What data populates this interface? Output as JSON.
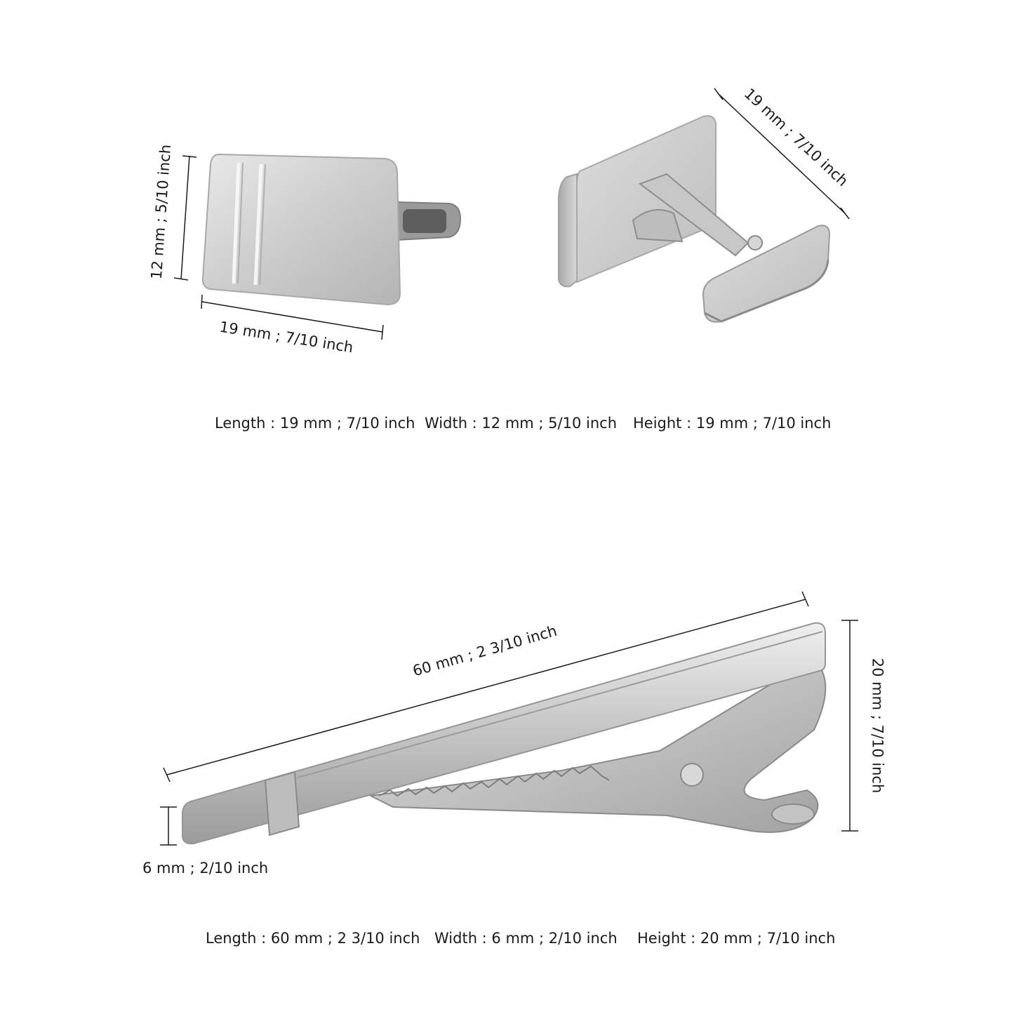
{
  "cufflinks": {
    "front_height_label": "12 mm ; 5/10 inch",
    "front_width_label": "19 mm ; 7/10 inch",
    "back_diagonal_label": "19 mm ; 7/10 inch",
    "specs": {
      "length": "Length : 19 mm ; 7/10 inch",
      "width": "Width : 12  mm ; 5/10 inch",
      "height": "Height : 19 mm ; 7/10 inch"
    }
  },
  "tie_clip": {
    "length_label": "60 mm ; 2 3/10 inch",
    "height_label": "20 mm ; 7/10 inch",
    "thickness_label": "6 mm ; 2/10 inch",
    "specs": {
      "length": "Length : 60 mm ; 2 3/10 inch",
      "width": "Width : 6  mm ; 2/10 inch",
      "height": "Height : 20 mm ; 7/10 inch"
    }
  },
  "colors": {
    "background": "#ffffff",
    "metal": "#c9c9c9",
    "line": "#1a1a1a"
  }
}
